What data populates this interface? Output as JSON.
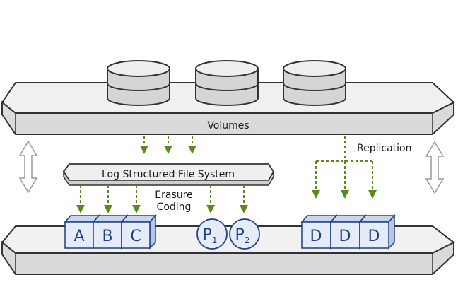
{
  "labels": {
    "volumes": "Volumes",
    "lfs": "Log Structured File System",
    "erasure_line1": "Erasure",
    "erasure_line2": "Coding",
    "replication": "Replication"
  },
  "data_blocks": [
    "A",
    "B",
    "C"
  ],
  "parity_blocks": [
    {
      "letter": "P",
      "sub": "1"
    },
    {
      "letter": "P",
      "sub": "2"
    }
  ],
  "replica_blocks": [
    "D",
    "D",
    "D"
  ],
  "colors": {
    "accent_blue": "#1f3f86",
    "block_fill": "#dde6f4",
    "arrow_green": "#5a8a1e",
    "platform_fill": "#dadada",
    "outline": "#333333"
  }
}
